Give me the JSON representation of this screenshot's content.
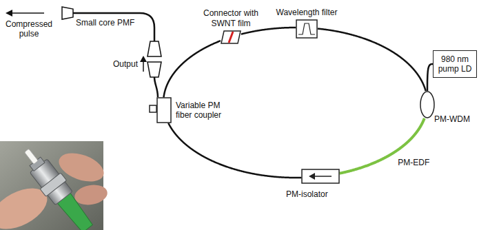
{
  "diagram": {
    "nodes": [
      {
        "text": [
          "Connector with SWNT film"
        ]
      },
      {
        "text": [
          "Wavelength filter"
        ]
      },
      {
        "text": [
          "980 nm pump LD"
        ]
      },
      {
        "text": [
          "PM-WDM"
        ]
      },
      {
        "text": [
          "PM-isolator"
        ]
      },
      {
        "text": [
          "Variable PM fiber coupler"
        ]
      }
    ],
    "edges": [
      {
        "from": 5,
        "to": 0,
        "arrow": "none"
      },
      {
        "from": 0,
        "to": 1,
        "arrow": "none"
      },
      {
        "from": 1,
        "to": 3,
        "arrow": "none"
      },
      {
        "from": 2,
        "to": 3,
        "arrow": "none"
      },
      {
        "from": 3,
        "to": 4,
        "label": "PM-EDF",
        "arrow": "none"
      },
      {
        "from": 4,
        "to": 5,
        "arrow": "none"
      }
    ],
    "labels": [
      "Compressed pulse",
      "Small core PMF",
      "Output"
    ]
  }
}
